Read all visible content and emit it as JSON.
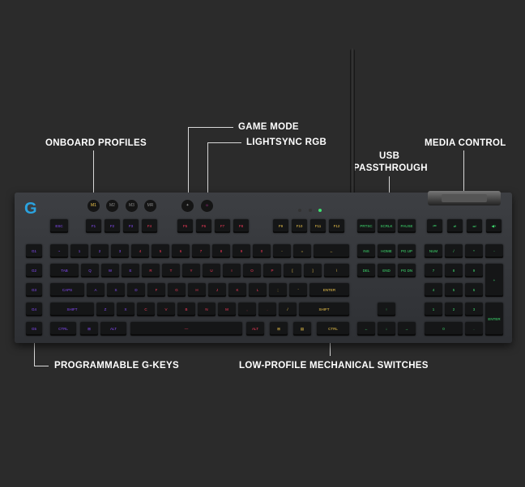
{
  "callouts": {
    "onboard_profiles": "ONBOARD PROFILES",
    "game_mode": "GAME MODE",
    "lightsync_rgb": "LIGHTSYNC RGB",
    "usb_passthrough_1": "USB",
    "usb_passthrough_2": "PASSTHROUGH",
    "media_control": "MEDIA CONTROL",
    "programmable_g_keys": "PROGRAMMABLE G-KEYS",
    "low_profile_switches": "LOW-PROFILE MECHANICAL SWITCHES"
  },
  "keyboard": {
    "logo": "G",
    "profile_keys": [
      "M1",
      "M2",
      "M3",
      "MR"
    ],
    "g_keys": [
      "G1",
      "G2",
      "G3",
      "G4",
      "G5"
    ],
    "rows": [
      [
        "ESC",
        "F1",
        "F2",
        "F3",
        "F4",
        "F5",
        "F6",
        "F7",
        "F8",
        "F9",
        "F10",
        "F11",
        "F12",
        "PRTSC",
        "SCRLK",
        "PAUSE",
        "⏮",
        "⏯",
        "⏭",
        "◀×"
      ],
      [
        "~",
        "1",
        "2",
        "3",
        "4",
        "5",
        "6",
        "7",
        "8",
        "9",
        "0",
        "-",
        "=",
        "←",
        "INS",
        "HOME",
        "PG UP",
        "NUM",
        "/",
        "*",
        "-"
      ],
      [
        "TAB",
        "Q",
        "W",
        "E",
        "R",
        "T",
        "Y",
        "U",
        "I",
        "O",
        "P",
        "[",
        "]",
        "\\",
        "DEL",
        "END",
        "PG DN",
        "7",
        "8",
        "9",
        "+"
      ],
      [
        "CAPS",
        "A",
        "S",
        "D",
        "F",
        "G",
        "H",
        "J",
        "K",
        "L",
        ";",
        "'",
        "ENTER",
        "4",
        "5",
        "6"
      ],
      [
        "SHIFT",
        "Z",
        "X",
        "C",
        "V",
        "B",
        "N",
        "M",
        ",",
        ".",
        "/",
        "SHIFT",
        "↑",
        "1",
        "2",
        "3",
        "ENTER"
      ],
      [
        "CTRL",
        "⊞",
        "ALT",
        "—",
        "ALT",
        "⊞",
        "▤",
        "CTRL",
        "←",
        "↓",
        "→",
        "0",
        "."
      ]
    ]
  },
  "colors": {
    "background": "#2b2b2b",
    "label_text": "#ffffff",
    "logo": "#2aa3e0",
    "rgb_left": "#8a4dff",
    "rgb_mid": "#ff3b5c",
    "rgb_right": "#f2c94c",
    "rgb_far_right": "#3ee070"
  }
}
